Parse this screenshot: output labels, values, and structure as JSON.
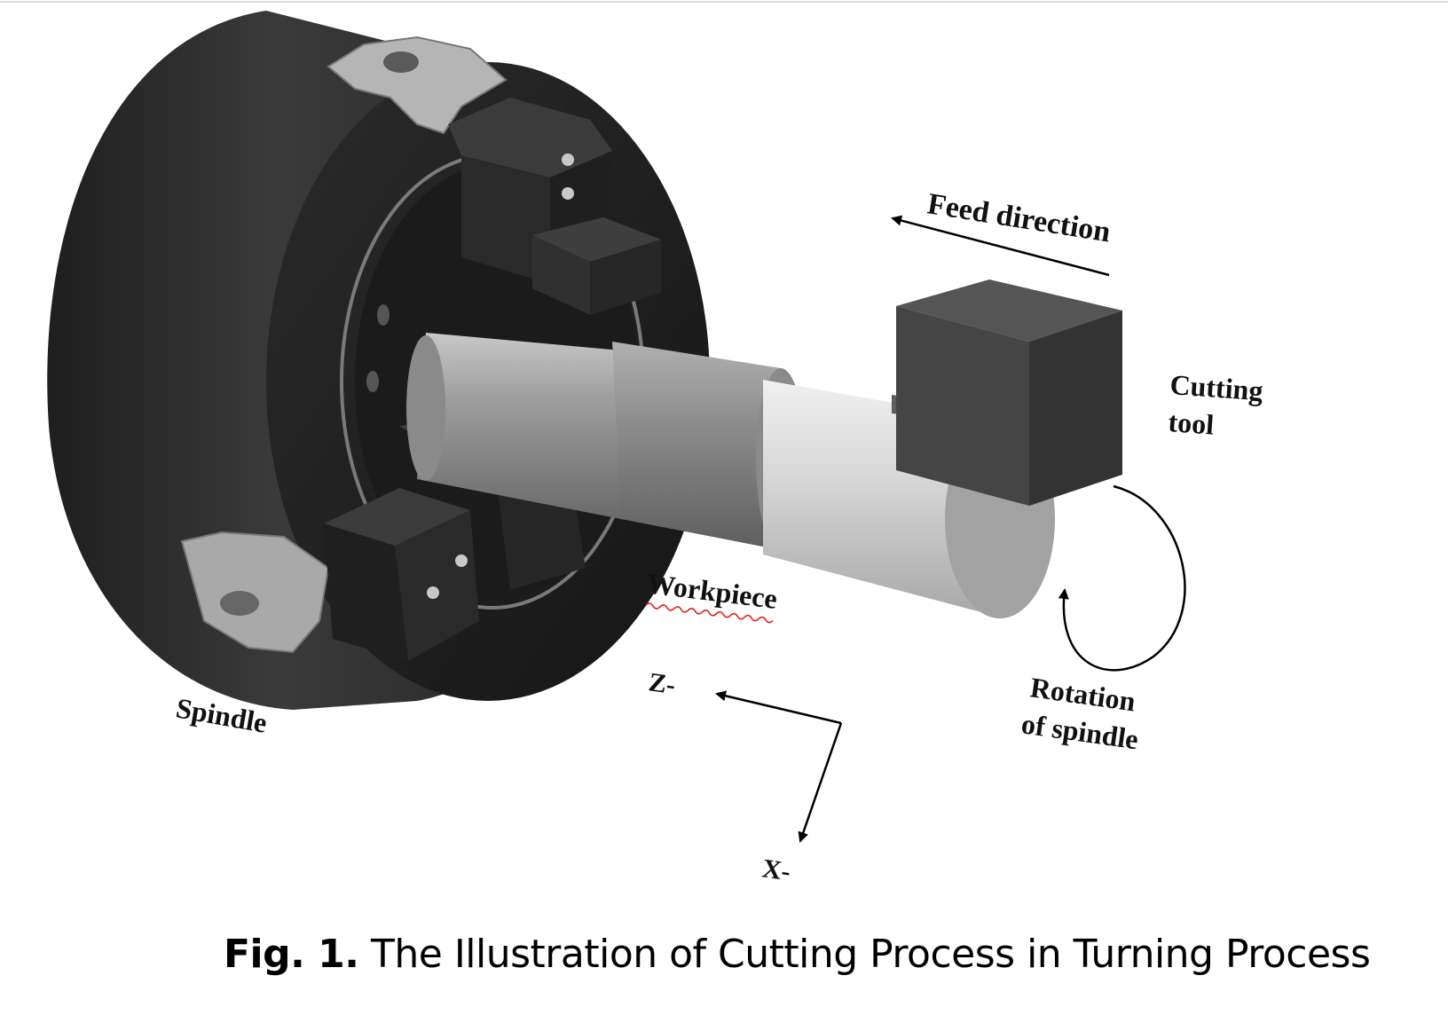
{
  "labels": {
    "feed_direction": "Feed direction",
    "cutting_tool_line1": "Cutting",
    "cutting_tool_line2": "tool",
    "workpiece": "Workpiece",
    "spindle": "Spindle",
    "rotation_line1": "Rotation",
    "rotation_line2": "of spindle",
    "z_axis": "Z-",
    "x_axis": "X-"
  },
  "caption": {
    "number": "Fig. 1.",
    "text": "The Illustration of Cutting Process in Turning Process"
  },
  "colors": {
    "chuck": "#262626",
    "workpiece": "#9a9a9a",
    "tool": "#4a4a4a",
    "label": "#111111"
  }
}
